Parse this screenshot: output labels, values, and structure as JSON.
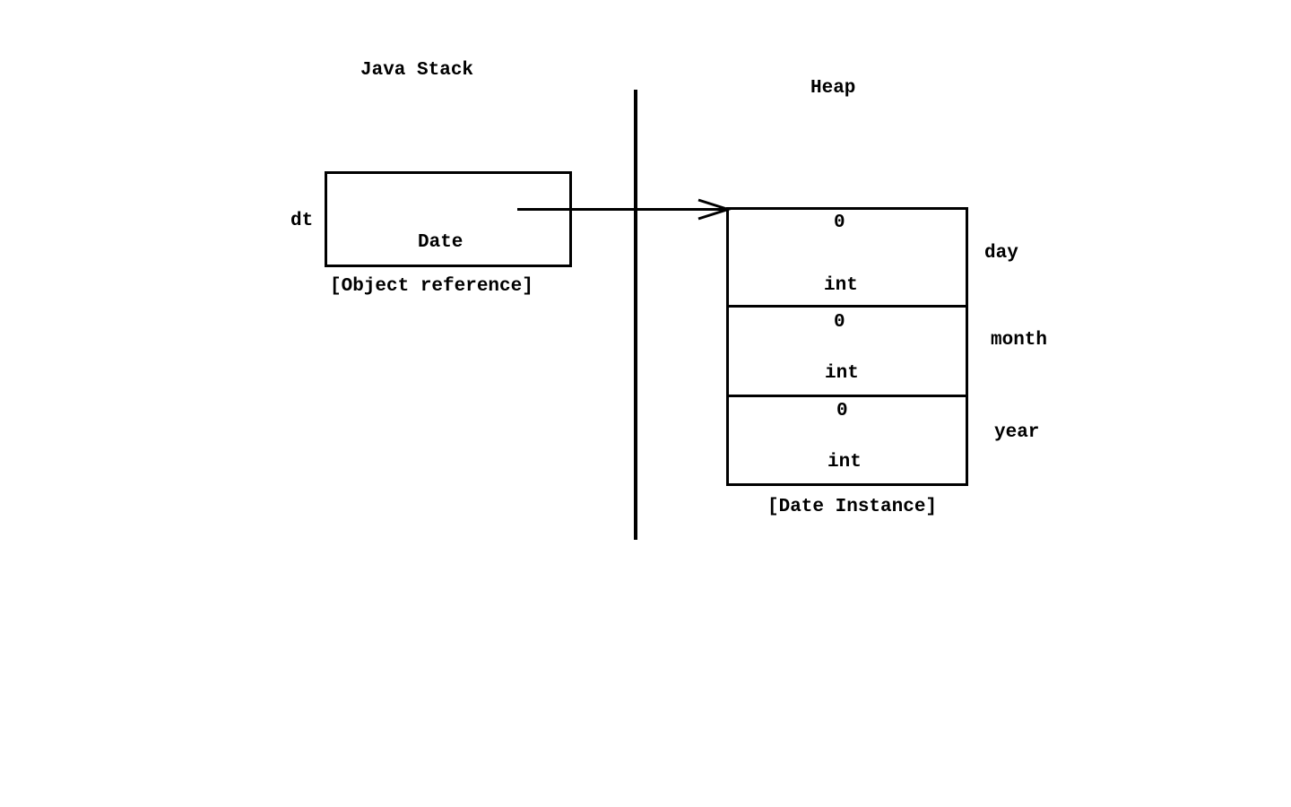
{
  "stack": {
    "title": "Java Stack",
    "variable_name": "dt",
    "reference_type": "Date",
    "caption": "[Object reference]"
  },
  "heap": {
    "title": "Heap",
    "instance_caption": "[Date Instance]",
    "fields": [
      {
        "name": "day",
        "value": "0",
        "type": "int"
      },
      {
        "name": "month",
        "value": "0",
        "type": "int"
      },
      {
        "name": "year",
        "value": "0",
        "type": "int"
      }
    ]
  }
}
